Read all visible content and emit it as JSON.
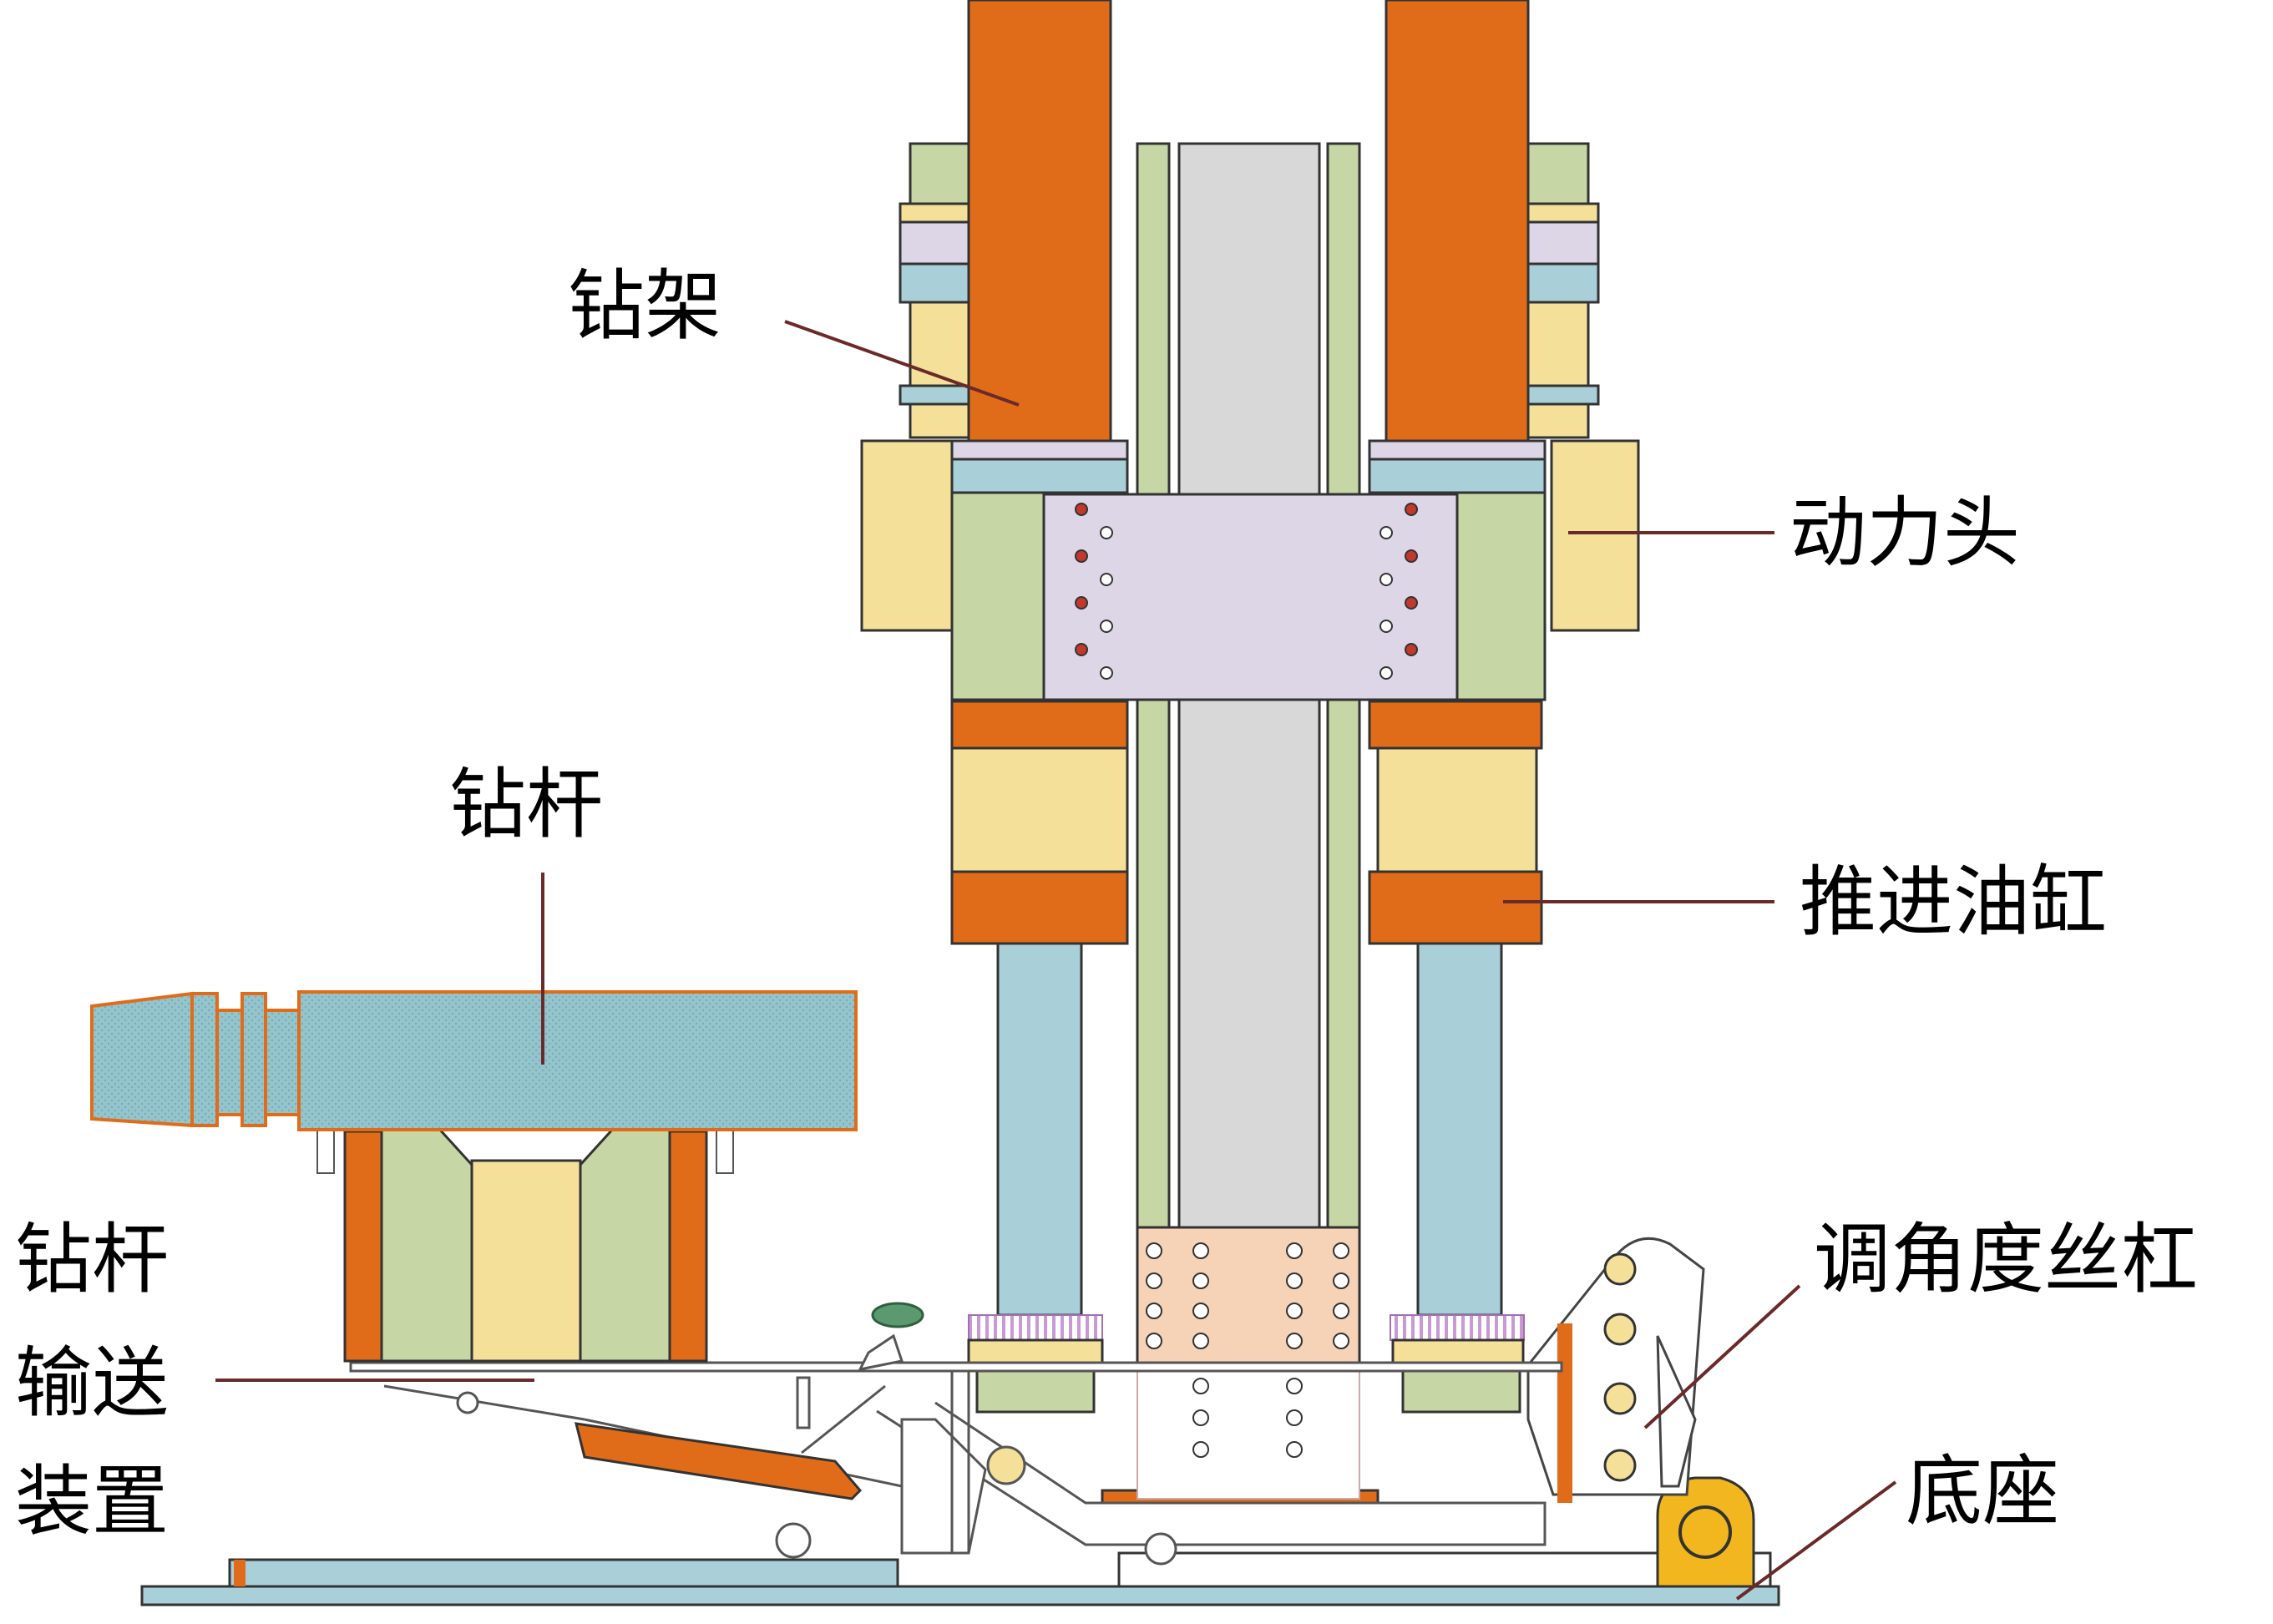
{
  "labels": {
    "drill_frame": "钻架",
    "power_head": "动力头",
    "drill_rod": "钻杆",
    "feed_cylinder": "推进油缸",
    "rod_conveyor_line1": "钻杆",
    "rod_conveyor_line2": "输送",
    "rod_conveyor_line3": "装置",
    "angle_screw": "调角度丝杠",
    "base": "底座"
  },
  "colors": {
    "orange": "#E06C1A",
    "light_yellow": "#F5E09A",
    "sage_green": "#C6D6A4",
    "light_blue": "#A9CFD9",
    "lavender": "#DCD6E6",
    "light_gray": "#D8D8D8",
    "peach": "#F6D2B6",
    "rod_teal": "#94C4CC",
    "bolt_red": "#C0392B",
    "yellow_lug": "#F2B71E",
    "leader_line": "#6b2a2a"
  }
}
